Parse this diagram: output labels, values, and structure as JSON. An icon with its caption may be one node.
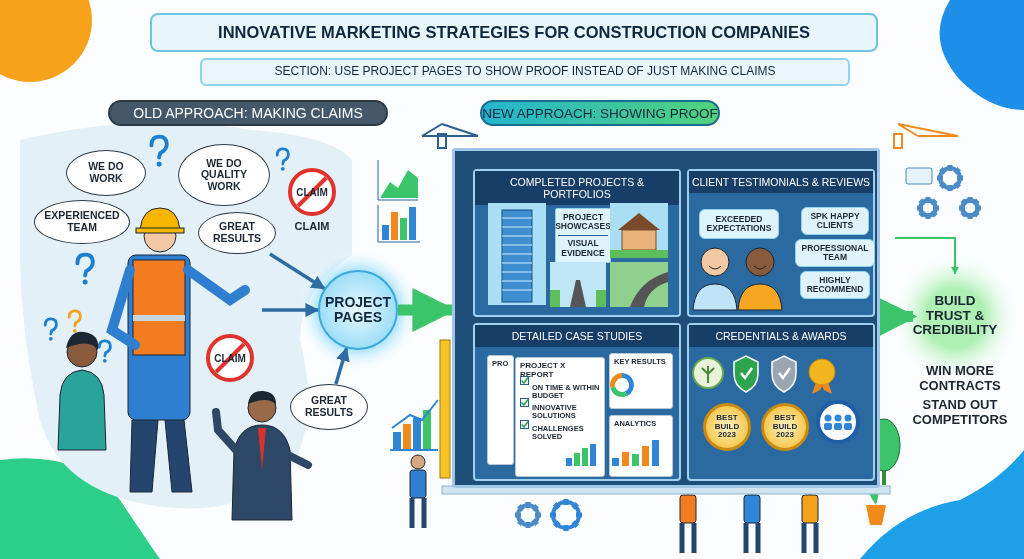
{
  "diagram": {
    "title": "INNOVATIVE MARKETING STRATEGIES FOR CONSTRUCTION COMPANIES",
    "nodes": [
      {
        "text": [
          "OLD APPROACH: MAKING CLAIMS"
        ]
      },
      {
        "text": [
          "WE DO WORK"
        ]
      },
      {
        "text": [
          "WE DO QUALITY WORK"
        ]
      },
      {
        "text": [
          "EXPERIENCED TEAM"
        ]
      },
      {
        "text": [
          "GREAT RESULTS"
        ]
      },
      {
        "text": [
          "CLAIM"
        ],
        "beside": [
          "CLAIM"
        ]
      },
      {
        "text": [
          "GREAT RESULTS"
        ]
      },
      {
        "text": [
          "CLAIM"
        ]
      },
      {
        "text": [
          "PROJECT PAGES"
        ]
      },
      {
        "text": [
          "NEW APPROACH: SHOWING PROOF"
        ]
      },
      {
        "text": [],
        "shape": "box"
      },
      {
        "text": [
          "COMPLETED PROJECTS & PORTFOLIOS"
        ],
        "in": 10
      },
      {
        "text": [
          "PROJECT SHOWCASES",
          "VISUAL EVIDENCE"
        ],
        "in": 11
      },
      {
        "text": [
          "CLIENT TESTIMONIALS & REVIEWS"
        ],
        "in": 10
      },
      {
        "text": [
          "EXCEEDED EXPECTATIONS"
        ],
        "in": 13
      },
      {
        "text": [
          "SPK HAPPY CLIENTS"
        ],
        "in": 13
      },
      {
        "text": [
          "PROFESSIONAL TEAM"
        ],
        "in": 13
      },
      {
        "text": [
          "HIGHLY RECOMMEND"
        ],
        "in": 13
      },
      {
        "text": [
          "DETAILED CASE STUDIES"
        ],
        "in": 10
      },
      {
        "text": [
          "PRO"
        ],
        "in": 18
      },
      {
        "text": [
          "PROJECT X REPORT",
          "ON TIME & WITHIN BUDGET",
          "INNOVATIVE SOLUTIONS",
          "CHALLENGES SOLVED"
        ],
        "in": 18
      },
      {
        "text": [
          "KEY RESULTS"
        ],
        "in": 18
      },
      {
        "text": [
          "ANALYTICS"
        ],
        "in": 18
      },
      {
        "text": [
          "CREDENTIALS & AWARDS"
        ],
        "in": 10
      },
      {
        "text": [
          "BEST BUILD 2023"
        ],
        "in": 23
      },
      {
        "text": [
          "BEST BUILD 2023"
        ],
        "in": 23
      },
      {
        "text": [
          "BUILD TRUST & CREDIBILITY"
        ]
      }
    ],
    "edges": [
      {
        "from": 4,
        "to": 8,
        "arrow": "to"
      },
      {
        "from": null,
        "to": 8,
        "arrow": "to"
      },
      {
        "from": 6,
        "to": 8,
        "arrow": "to"
      },
      {
        "from": 8,
        "to": 10,
        "arrow": "to",
        "style": "thick",
        "color": "#3cc46b"
      },
      {
        "from": 10,
        "to": 26,
        "arrow": "to",
        "style": "thick",
        "color": "#3cc46b"
      },
      {
        "from": null,
        "to": 26,
        "arrow": "to",
        "color": "#3cc46b"
      }
    ],
    "labels": [
      "SECTION: USE PROJECT PAGES TO SHOW PROOF INSTEAD OF JUST MAKING CLAIMS",
      "WIN MORE CONTRACTS",
      "STAND OUT COMPETITORS"
    ]
  }
}
